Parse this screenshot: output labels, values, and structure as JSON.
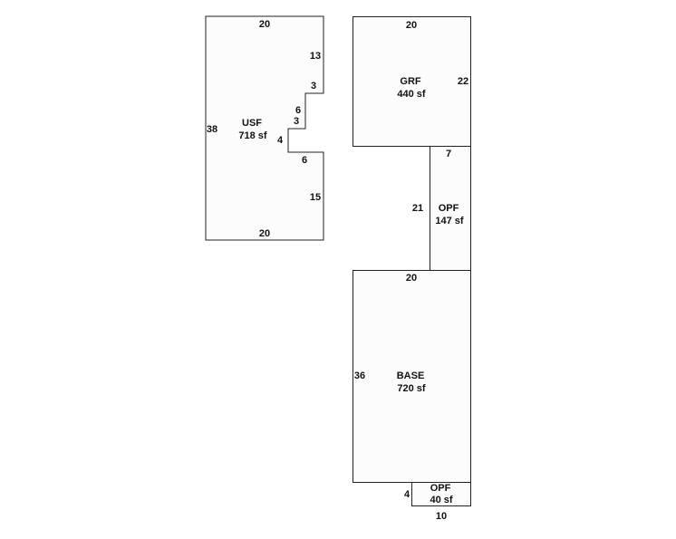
{
  "areas": {
    "usf": {
      "name": "USF",
      "area": "718 sf",
      "dims": {
        "top": "20",
        "right_upper": "13",
        "step1": "3",
        "step2": "6",
        "step3": "3",
        "notch": "4",
        "notch_bottom": "6",
        "right_lower": "15",
        "bottom": "20",
        "left": "38"
      }
    },
    "grf": {
      "name": "GRF",
      "area": "440 sf",
      "dims": {
        "top": "20",
        "right": "22"
      }
    },
    "opf1": {
      "name": "OPF",
      "area": "147 sf",
      "dims": {
        "top": "7",
        "left": "21"
      }
    },
    "base": {
      "name": "BASE",
      "area": "720 sf",
      "dims": {
        "top": "20",
        "left": "36"
      }
    },
    "opf2": {
      "name": "OPF",
      "area": "40 sf",
      "dims": {
        "left": "4",
        "bottom": "10"
      }
    }
  },
  "colors": {
    "fill": "#fdfcfc",
    "stroke": "#222222"
  }
}
